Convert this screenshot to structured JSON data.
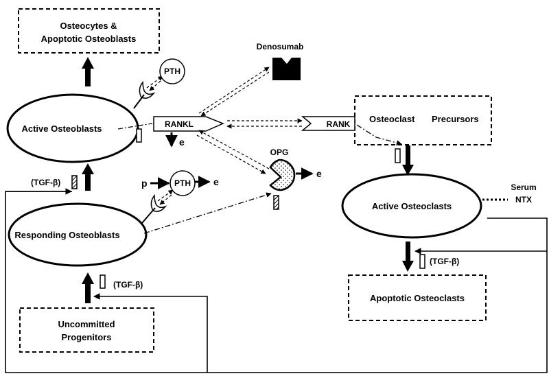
{
  "nodes": {
    "osteocytes_line1": "Osteocytes &",
    "osteocytes_line2": "Apoptotic Osteoblasts",
    "active_osteoblasts": "Active Osteoblasts",
    "responding_osteoblasts": "Responding Osteoblasts",
    "uncommitted_line1": "Uncommitted",
    "uncommitted_line2": "Progenitors",
    "osteoclast_precursors_a": "Osteoclast",
    "osteoclast_precursors_b": "Precursors",
    "active_osteoclasts": "Active Osteoclasts",
    "apoptotic_osteoclasts": "Apoptotic Osteoclasts"
  },
  "molecules": {
    "pth_top": "PTH",
    "pth_bottom": "PTH",
    "rankl": "RANKL",
    "rank": "RANK",
    "opg": "OPG",
    "denosumab": "Denosumab",
    "p": "p"
  },
  "annotations": {
    "e_rankl": "e",
    "e_opg": "e",
    "e_pth": "e",
    "tgf_left": "(TGF-β)",
    "tgf_bottom": "(TGF-β)",
    "tgf_right": "(TGF-β)",
    "serum_line1": "Serum",
    "serum_line2": "NTX"
  }
}
